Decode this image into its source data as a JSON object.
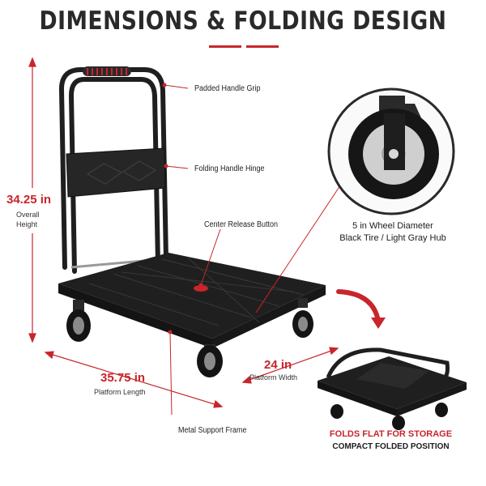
{
  "title": "DIMENSIONS & FOLDING DESIGN",
  "callouts": {
    "handle_grip": "Padded Handle Grip",
    "handle_hinge": "Folding Handle Hinge",
    "release_button": "Center Release Button",
    "support_frame": "Metal Support Frame"
  },
  "dimensions": {
    "height": {
      "value": "34.25 in",
      "label_line1": "Overall",
      "label_line2": "Height"
    },
    "length": {
      "value": "35.75 in",
      "label": "Platform Length"
    },
    "width": {
      "value": "24 in",
      "label": "Platform Width"
    }
  },
  "wheel": {
    "line1": "5 in Wheel Diameter",
    "line2": "Black Tire / Light Gray Hub"
  },
  "folded": {
    "headline": "FOLDS FLAT FOR STORAGE",
    "subline": "COMPACT FOLDED POSITION"
  },
  "colors": {
    "accent": "#c8252c",
    "text": "#222222",
    "cart": "#1f1f1f"
  }
}
